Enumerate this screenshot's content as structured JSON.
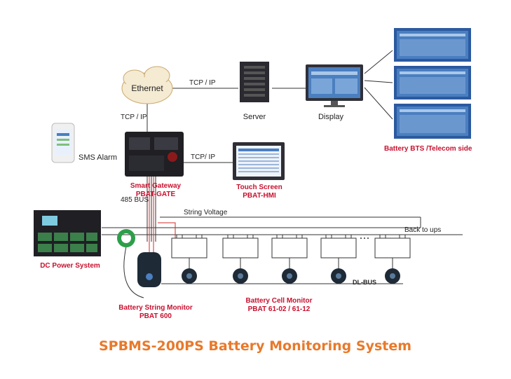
{
  "colors": {
    "accent_red": "#c8102e",
    "title_orange": "#e8792b",
    "line_dark": "#333333",
    "line_red": "#d42a2a",
    "device_dark": "#1f1f24"
  },
  "network": {
    "ethernet_label": "Ethernet",
    "link_server": "TCP / IP",
    "link_gateway": "TCP / IP",
    "link_touch": "TCP/ IP",
    "bus_485": "485 BUS",
    "string_voltage": "String Voltage",
    "back_to_ups": "Back to ups",
    "dl_bus": "DL-BUS"
  },
  "devices": {
    "server": "Server",
    "display": "Display",
    "sms_alarm": "SMS Alarm",
    "bts_side": "Battery BTS /Telecom side",
    "gateway_name": "Smart Gateway",
    "gateway_model": "PBAT-GATE",
    "touch_name": "Touch Screen",
    "touch_model": "PBAT-HMI",
    "dc_power": "DC Power System",
    "string_monitor_name": "Battery String Monitor",
    "string_monitor_model": "PBAT 600",
    "cell_monitor_name": "Battery Cell Monitor",
    "cell_monitor_model": "PBAT 61-02 /  61-12"
  },
  "title": "SPBMS-200PS Battery Monitoring System"
}
